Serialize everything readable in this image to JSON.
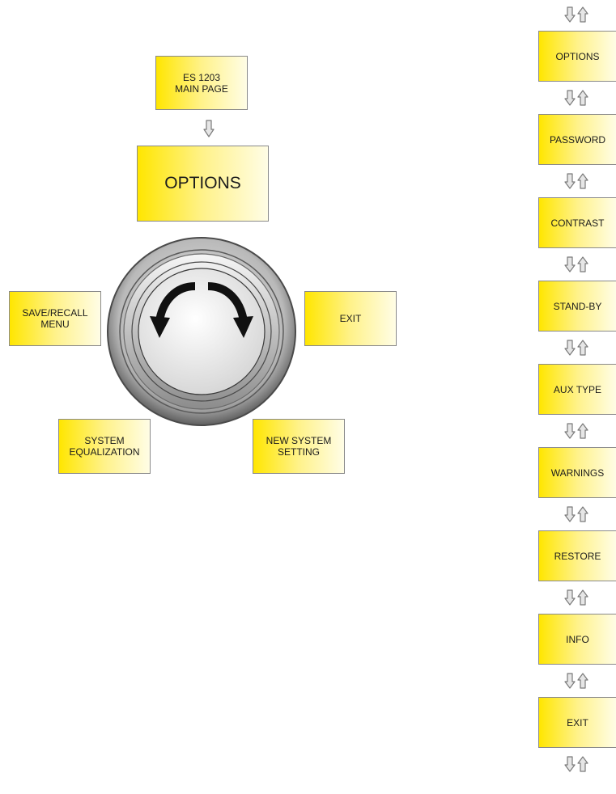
{
  "left_diagram": {
    "main_page": "ES 1203\nMAIN PAGE",
    "options": "OPTIONS",
    "save_recall": "SAVE/RECALL\nMENU",
    "exit": "EXIT",
    "system_equalization": "SYSTEM\nEQUALIZATION",
    "new_system_setting": "NEW SYSTEM\nSETTING"
  },
  "menu_list": {
    "items": [
      "OPTIONS",
      "PASSWORD",
      "CONTRAST",
      "STAND-BY",
      "AUX TYPE",
      "WARNINGS",
      "RESTORE",
      "INFO",
      "EXIT"
    ]
  },
  "colors": {
    "box_fill_start": "#ffe600",
    "box_fill_end": "#fffde6",
    "box_border": "#8a8a8a",
    "arrow_fill": "#8a8a8a"
  },
  "icons": {
    "knob": "rotary-knob-icon",
    "rotate_left": "rotate-counterclockwise-icon",
    "rotate_right": "rotate-clockwise-icon",
    "down": "arrow-down-icon",
    "up": "arrow-up-icon"
  }
}
